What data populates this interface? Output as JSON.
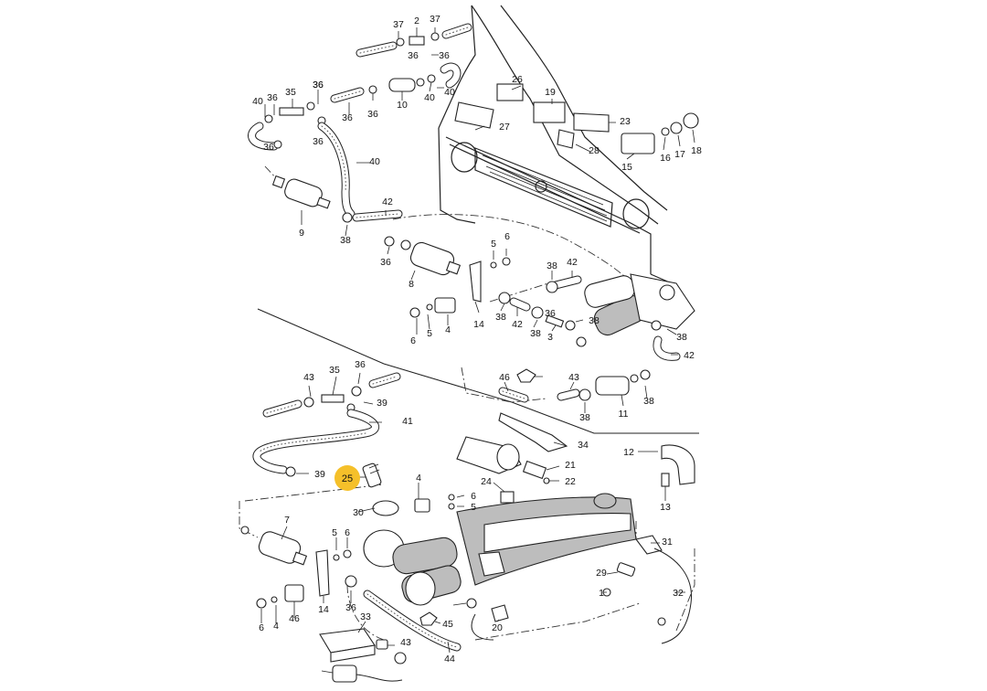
{
  "diagram": {
    "highlight_color": "#f5c02a",
    "highlighted_callout": "25",
    "callouts": [
      "37",
      "2",
      "37",
      "36",
      "36",
      "40",
      "26",
      "19",
      "35",
      "36",
      "36",
      "10",
      "36",
      "40",
      "40",
      "36",
      "27",
      "23",
      "36",
      "36",
      "28",
      "16",
      "17",
      "18",
      "15",
      "40",
      "42",
      "9",
      "38",
      "5",
      "6",
      "36",
      "38",
      "42",
      "8",
      "14",
      "38",
      "42",
      "38",
      "3",
      "38",
      "6",
      "5",
      "4",
      "38",
      "42",
      "36",
      "35",
      "36",
      "43",
      "46",
      "43",
      "36",
      "39",
      "38",
      "11",
      "38",
      "41",
      "34",
      "12",
      "39",
      "25",
      "4",
      "24",
      "21",
      "22",
      "13",
      "30",
      "6",
      "5",
      "7",
      "5",
      "6",
      "31",
      "29",
      "1",
      "32",
      "14",
      "36",
      "6",
      "4",
      "46",
      "45",
      "20",
      "33",
      "43",
      "44"
    ]
  }
}
